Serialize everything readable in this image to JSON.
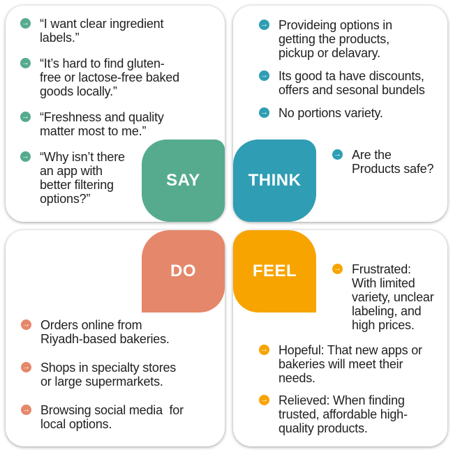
{
  "colors": {
    "say": "#56AB8E",
    "think": "#2F9DB3",
    "do": "#E5876A",
    "feel": "#F7A401",
    "text": "#212121",
    "card": "#FFFFFF"
  },
  "icons": {
    "bullet_glyph": "→",
    "bullet_icon_name": "arrow-right-circle-icon"
  },
  "quadrants": {
    "say": {
      "label": "SAY",
      "items": [
        "“I want clear ingredient\nlabels.”",
        "“It’s hard to find gluten-\nfree or lactose-free baked\ngoods locally.”",
        "“Freshness and quality\nmatter most to me.”",
        "“Why isn’t there\nan app with\nbetter filtering\noptions?”"
      ]
    },
    "think": {
      "label": "THINK",
      "items": [
        "Provideing options in\ngetting the products,\npickup or delavary.",
        "Its good ta have discounts,\noffers and sesonal bundels",
        "No portions variety.",
        "Are the\nProducts safe?"
      ]
    },
    "do": {
      "label": "DO",
      "items": [
        "Orders online from\nRiyadh-based bakeries.",
        "Shops in specialty stores\nor large supermarkets.",
        "Browsing social media  for\nlocal options."
      ]
    },
    "feel": {
      "label": "FEEL",
      "items": [
        "Frustrated:\nWith limited\nvariety, unclear\nlabeling, and\nhigh prices.",
        "Hopeful: That new apps or\nbakeries will meet their\nneeds.",
        "Relieved: When finding\ntrusted, affordable high-\nquality products."
      ]
    }
  }
}
